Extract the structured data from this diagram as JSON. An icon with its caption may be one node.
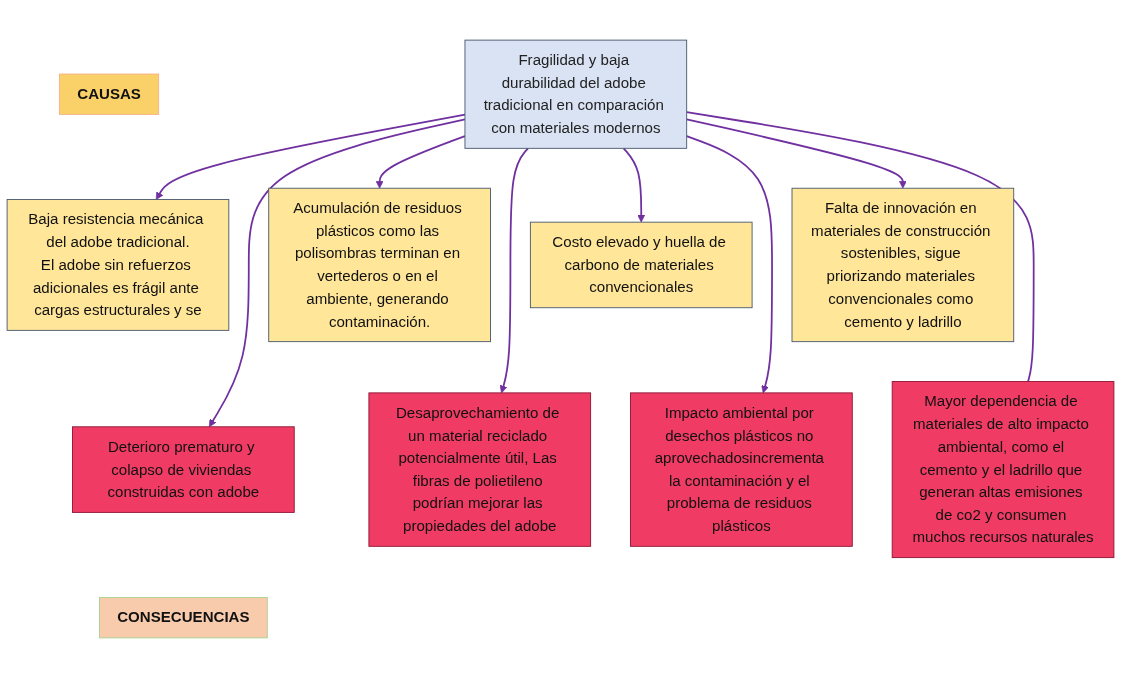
{
  "diagram": {
    "nodes": [
      {
        "text": [
          "CAUSAS"
        ]
      },
      {
        "text": [
          "Baja resistencia mecánica del adobe tradicional.",
          "El adobe sin refuerzos adicionales es frágil ante cargas estructurales y se"
        ]
      },
      {
        "text": [
          "Acumulación de residuos plásticos como las polisombras terminan en vertederos o en el ambiente, generando contaminación."
        ]
      },
      {
        "text": [
          "Costo elevado y huella de carbono de materiales convencionales"
        ]
      },
      {
        "text": [
          "Falta de innovación en materiales de construcción sostenibles, sigue priorizando materiales convencionales como cemento y ladrillo"
        ]
      },
      {
        "text": [
          "Fragilidad y baja durabilidad del adobe tradicional en comparación con materiales modernos"
        ]
      },
      {
        "text": [
          "Deterioro prematuro y colapso de viviendas construidas con adobe"
        ]
      },
      {
        "text": [
          "Desaprovechamiento de un material reciclado potencialmente útil, Las fibras de polietileno podrían mejorar las propiedades del adobe"
        ]
      },
      {
        "text": [
          "Impacto ambiental por desechos plásticos no aprovechadosincrementa la contaminación y el problema de residuos plásticos"
        ]
      },
      {
        "text": [
          "Mayor dependencia de materiales de alto impacto ambiental, como el cemento y el ladrillo que generan altas emisiones de co2 y consumen muchos recursos naturales"
        ]
      },
      {
        "text": [
          "CONSECUENCIAS"
        ]
      }
    ],
    "edges": [
      {
        "from": 5,
        "to": 1,
        "arrow": "to"
      },
      {
        "from": 5,
        "to": 2,
        "arrow": "to"
      },
      {
        "from": 5,
        "to": 3,
        "arrow": "to"
      },
      {
        "from": 5,
        "to": 4,
        "arrow": "to"
      },
      {
        "from": 5,
        "to": 6,
        "arrow": "to"
      },
      {
        "from": 5,
        "to": 7,
        "arrow": "to"
      },
      {
        "from": 5,
        "to": 8,
        "arrow": "to"
      },
      {
        "from": 5,
        "to": 9,
        "arrow": "none"
      }
    ]
  }
}
